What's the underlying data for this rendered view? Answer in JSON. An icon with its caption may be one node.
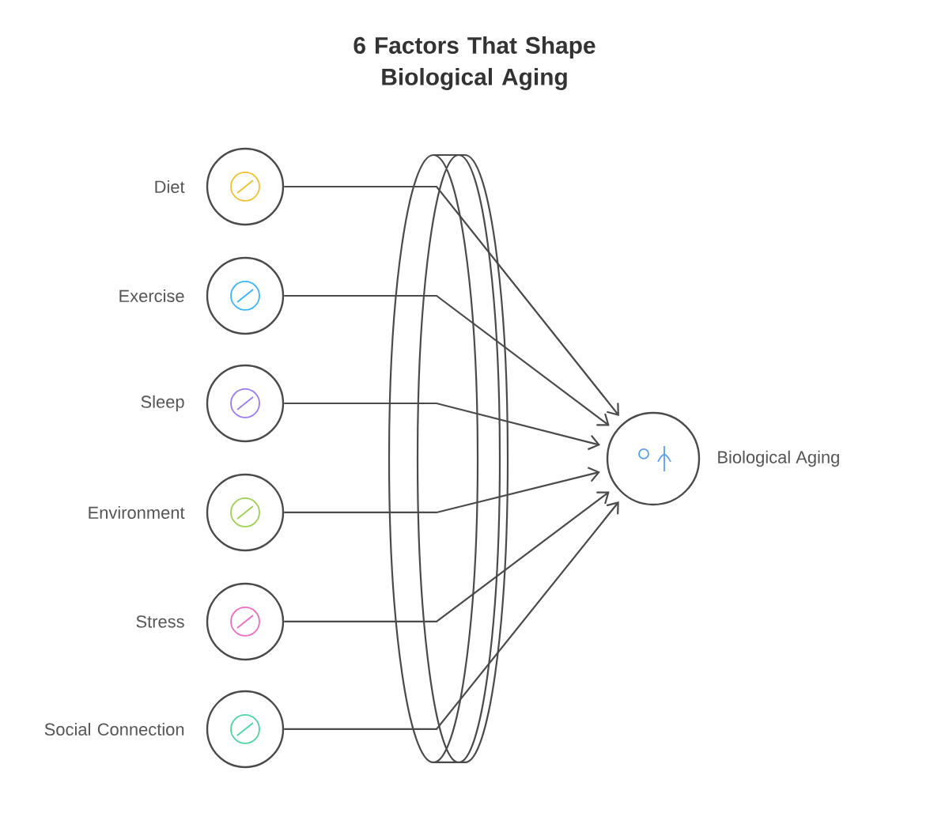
{
  "diagram": {
    "title": "6 Factors That Shape Biological Aging",
    "nodes": [
      {
        "text": [
          "Diet"
        ]
      },
      {
        "text": [
          "Exercise"
        ]
      },
      {
        "text": [
          "Sleep"
        ]
      },
      {
        "text": [
          "Environment"
        ]
      },
      {
        "text": [
          "Stress"
        ]
      },
      {
        "text": [
          "Social Connection"
        ]
      },
      {
        "text": [
          "Biological Aging"
        ]
      }
    ],
    "edges": [
      {
        "from": 0,
        "to": 6,
        "arrow": "to"
      },
      {
        "from": 1,
        "to": 6,
        "arrow": "to"
      },
      {
        "from": 2,
        "to": 6,
        "arrow": "to"
      },
      {
        "from": 3,
        "to": 6,
        "arrow": "to"
      },
      {
        "from": 4,
        "to": 6,
        "arrow": "to"
      },
      {
        "from": 5,
        "to": 6,
        "arrow": "to"
      }
    ]
  }
}
